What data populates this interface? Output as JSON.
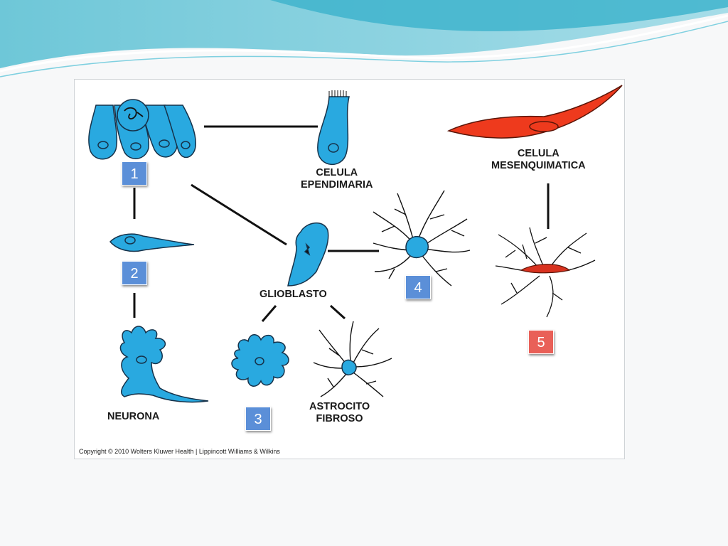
{
  "colors": {
    "glial_blue": "#29a9e0",
    "mesenchymal_red": "#ee3a1d",
    "badge_blue": "#5b8fd8",
    "badge_red": "#e96058",
    "banner_teal": "#56bdd0"
  },
  "labels": {
    "ependymal": "CELULA\nEPENDIMARIA",
    "mesenchymal": "CELULA\nMESENQUIMATICA",
    "glioblast": "GLIOBLASTO",
    "neuron": "NEURONA",
    "fibrous_astrocyte": "ASTROCITO\nFIBROSO"
  },
  "badges": [
    "1",
    "2",
    "3",
    "4",
    "5"
  ],
  "copyright": "Copyright © 2010 Wolters Kluwer Health | Lippincott Williams & Wilkins"
}
